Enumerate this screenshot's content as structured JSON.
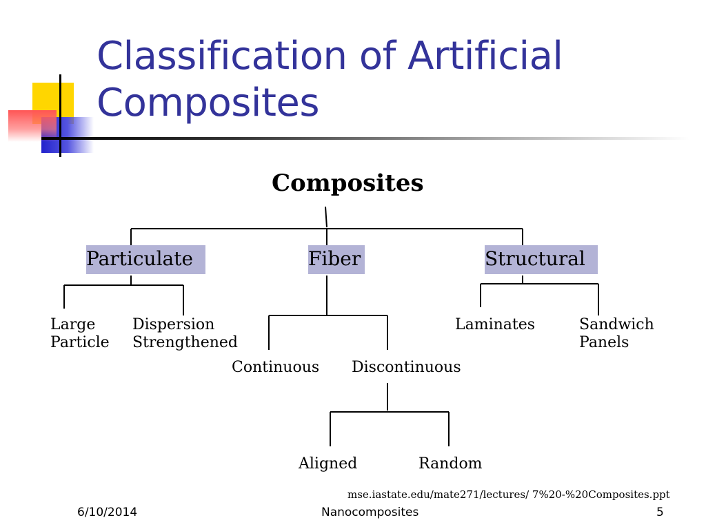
{
  "title": "Classification of Artificial Composites",
  "diagram": {
    "root": "Composites",
    "level1": [
      "Particulate",
      "Fiber",
      "Structural"
    ],
    "particulate_children": [
      "Large\nParticle",
      "Dispersion\nStrengthened"
    ],
    "fiber_children": [
      "Continuous",
      "Discontinuous"
    ],
    "discontinuous_children": [
      "Aligned",
      "Random"
    ],
    "structural_children": [
      "Laminates",
      "Sandwich\nPanels"
    ]
  },
  "source": "mse.iastate.edu/mate271/lectures/ 7%20-%20Composites.ppt",
  "footer": {
    "date": "6/10/2014",
    "center": "Nanocomposites",
    "page": "5"
  }
}
